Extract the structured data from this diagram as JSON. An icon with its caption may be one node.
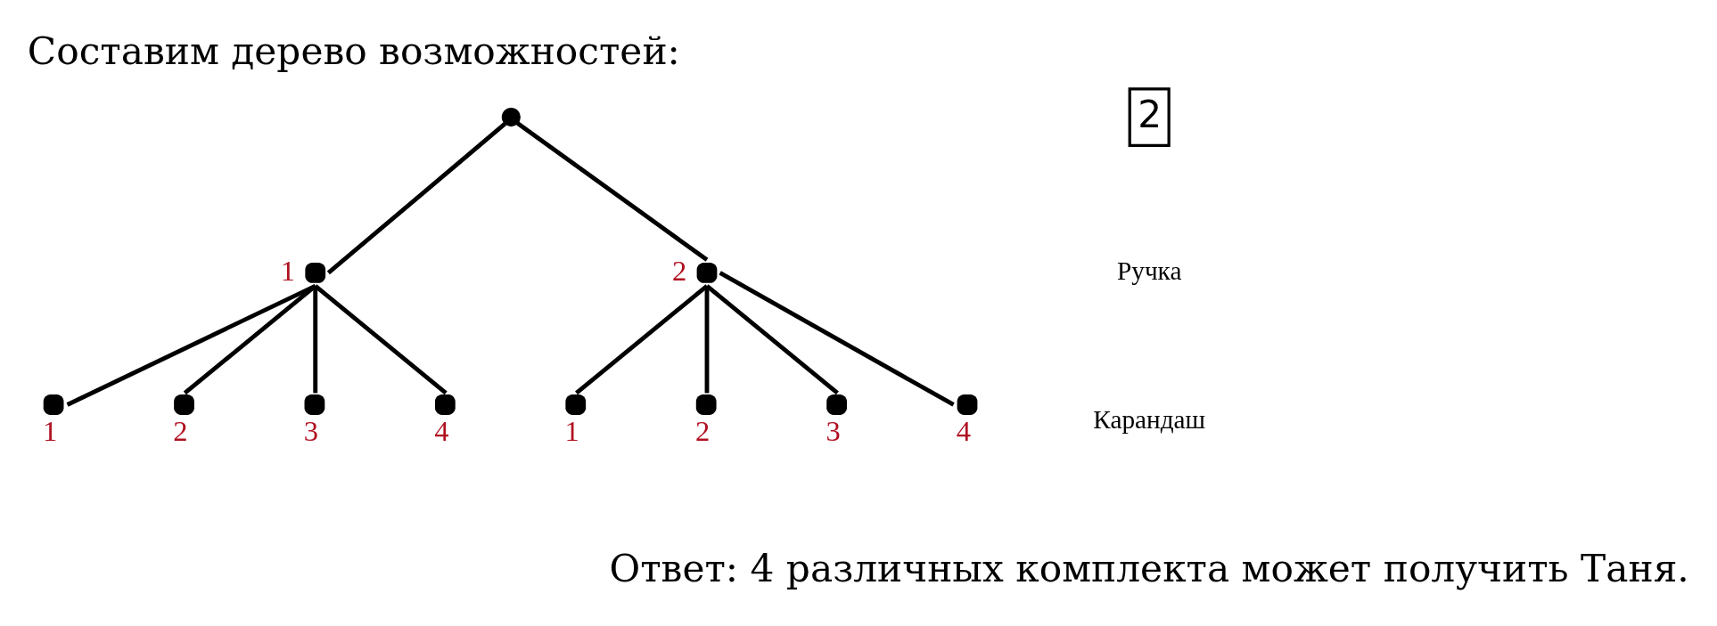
{
  "diagram": {
    "title": "Составим дерево возможностей:",
    "caption": "Ответ: 4 различных комплекта может получить Таня.",
    "nodes": [
      {
        "text": [],
        "shape": "circle"
      },
      {
        "text": [],
        "shape": "circle",
        "beside": [
          "1"
        ]
      },
      {
        "text": [],
        "shape": "circle",
        "beside": [
          "2"
        ]
      },
      {
        "text": [],
        "shape": "circle",
        "beside": [
          "1"
        ]
      },
      {
        "text": [],
        "shape": "circle",
        "beside": [
          "2"
        ]
      },
      {
        "text": [],
        "shape": "circle",
        "beside": [
          "3"
        ]
      },
      {
        "text": [],
        "shape": "circle",
        "beside": [
          "4"
        ]
      },
      {
        "text": [],
        "shape": "circle",
        "beside": [
          "1"
        ]
      },
      {
        "text": [],
        "shape": "circle",
        "beside": [
          "2"
        ]
      },
      {
        "text": [],
        "shape": "circle",
        "beside": [
          "3"
        ]
      },
      {
        "text": [],
        "shape": "circle",
        "beside": [
          "4"
        ]
      }
    ],
    "edges": [
      {
        "from": 0,
        "to": 1,
        "arrow": "none"
      },
      {
        "from": 0,
        "to": 2,
        "arrow": "none"
      },
      {
        "from": 1,
        "to": 3,
        "arrow": "none"
      },
      {
        "from": 1,
        "to": 4,
        "arrow": "none"
      },
      {
        "from": 1,
        "to": 5,
        "arrow": "none"
      },
      {
        "from": 1,
        "to": 6,
        "arrow": "none"
      },
      {
        "from": 2,
        "to": 7,
        "arrow": "none"
      },
      {
        "from": 2,
        "to": 8,
        "arrow": "none"
      },
      {
        "from": 2,
        "to": 9,
        "arrow": "none"
      },
      {
        "from": 2,
        "to": 10,
        "arrow": "none"
      }
    ],
    "labels": [
      "2",
      "Ручка",
      "Карандаш"
    ]
  }
}
